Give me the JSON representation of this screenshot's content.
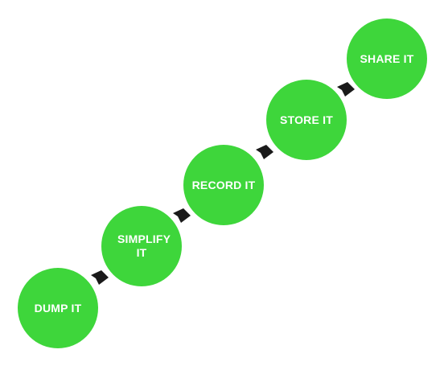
{
  "diagram": {
    "accent_color": "#3ed63b",
    "arrow_color": "#1a1a1a",
    "steps": [
      {
        "label": "DUMP IT"
      },
      {
        "label": "SIMPLIFY IT"
      },
      {
        "label": "RECORD IT"
      },
      {
        "label": "STORE IT"
      },
      {
        "label": "SHARE IT"
      }
    ],
    "connector_icon": "chevron-right-icon"
  }
}
